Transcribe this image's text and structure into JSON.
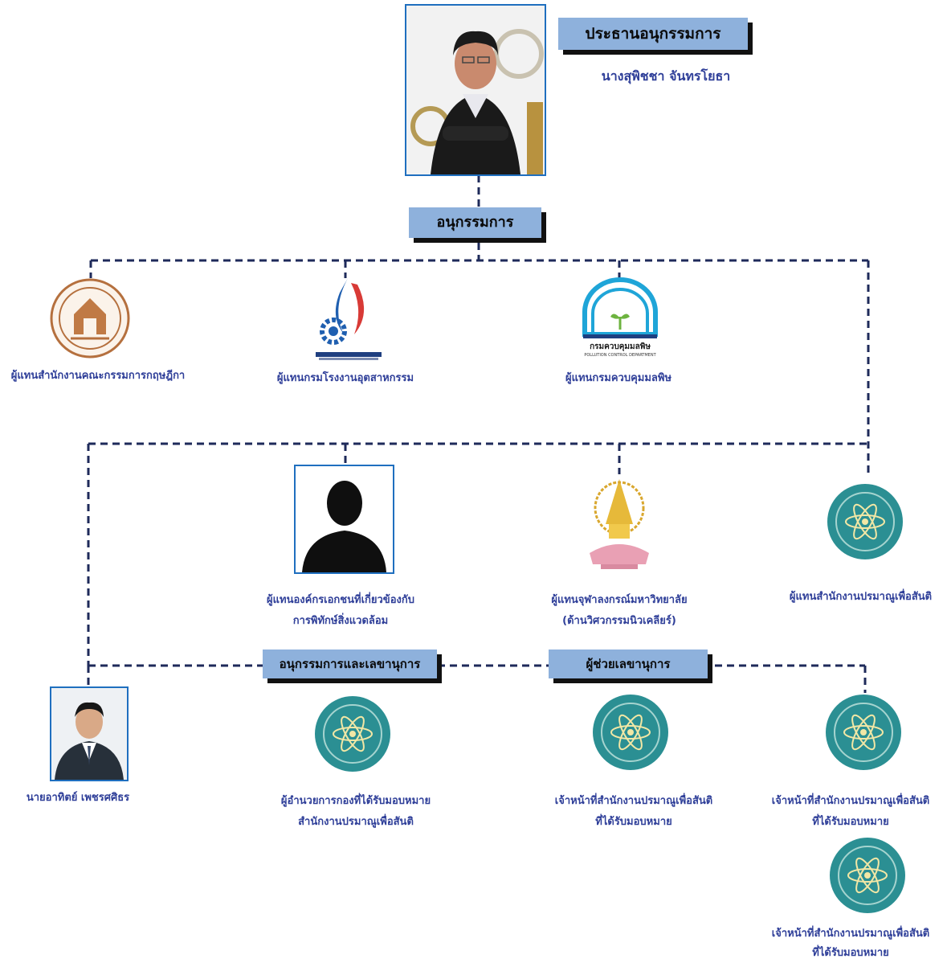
{
  "chair": {
    "title": "ประธานอนุกรรมการ",
    "name": "นางสุพิชชา  จันทรโยธา"
  },
  "committee": {
    "title": "อนุกรรมการ"
  },
  "members_row1": [
    {
      "label": "ผู้แทนสำนักงานคณะกรรมการกฤษฎีกา"
    },
    {
      "label": "ผู้แทนกรมโรงงานอุตสาหกรรม"
    },
    {
      "label": "ผู้แทนกรมควบคุมมลพิษ"
    }
  ],
  "pcd_logo": {
    "text": "กรมควบคุมมลพิษ",
    "subtext": "POLLUTION CONTROL DEPARTMENT"
  },
  "members_row2": [
    {
      "line1": "ผู้แทนองค์กรเอกชนที่เกี่ยวข้องกับ",
      "line2": "การพิทักษ์สิ่งแวดล้อม"
    },
    {
      "line1": "ผู้แทนจุฬาลงกรณ์มหาวิทยาลัย",
      "line2": "(ด้านวิศวกรรมนิวเคลียร์)"
    },
    {
      "line1": "ผู้แทนสำนักงานปรมาณูเพื่อสันติ",
      "line2": ""
    }
  ],
  "secretary": {
    "title": "อนุกรรมการและเลขานุการ",
    "member_name": "นายอาทิตย์ เพชรศศิธร",
    "director_line1": "ผู้อำนวยการกองที่ได้รับมอบหมาย",
    "director_line2": "สำนักงานปรมาณูเพื่อสันติ"
  },
  "assistant": {
    "title": "ผู้ช่วยเลขานุการ",
    "staff": [
      {
        "line1": "เจ้าหน้าที่สำนักงานปรมาณูเพื่อสันติ",
        "line2": "ที่ได้รับมอบหมาย"
      },
      {
        "line1": "เจ้าหน้าที่สำนักงานปรมาณูเพื่อสันติ",
        "line2": "ที่ได้รับมอบหมาย"
      },
      {
        "line1": "เจ้าหน้าที่สำนักงานปรมาณูเพื่อสันติ",
        "line2": "ที่ได้รับมอบหมาย"
      }
    ]
  },
  "colors": {
    "connector": "#1e2a5a",
    "box_fill": "#8eb1dc",
    "caption": "#2f3f99",
    "photo_border": "#1f6fbf",
    "oap_seal": "#1f7f8a"
  }
}
